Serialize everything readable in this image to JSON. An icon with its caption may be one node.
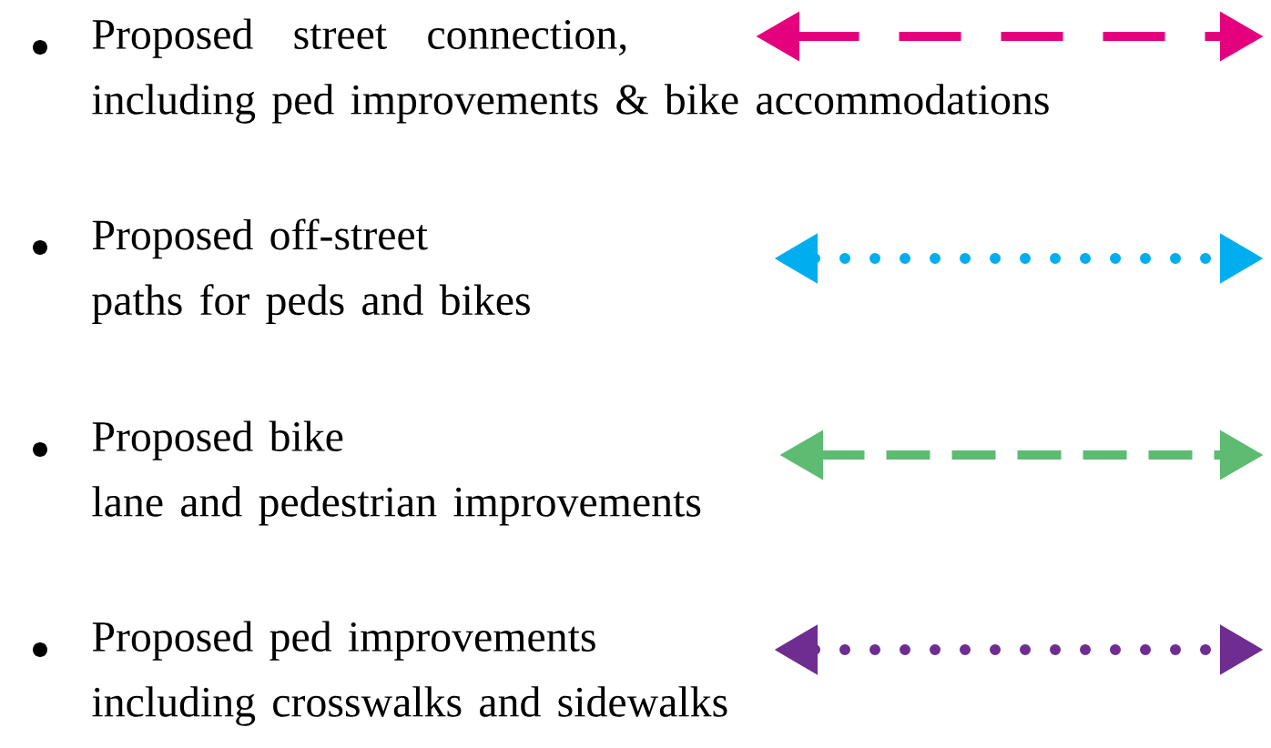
{
  "diagram": {
    "legend": [
      {
        "text": "Proposed street connection, including ped improvements & bike accommodations"
      },
      {
        "text": "Proposed off-street paths for peds and bikes"
      },
      {
        "text": "Proposed bike lane and pedestrian improvements"
      },
      {
        "text": "Proposed ped improvements including crosswalks and sidewalks"
      }
    ]
  }
}
